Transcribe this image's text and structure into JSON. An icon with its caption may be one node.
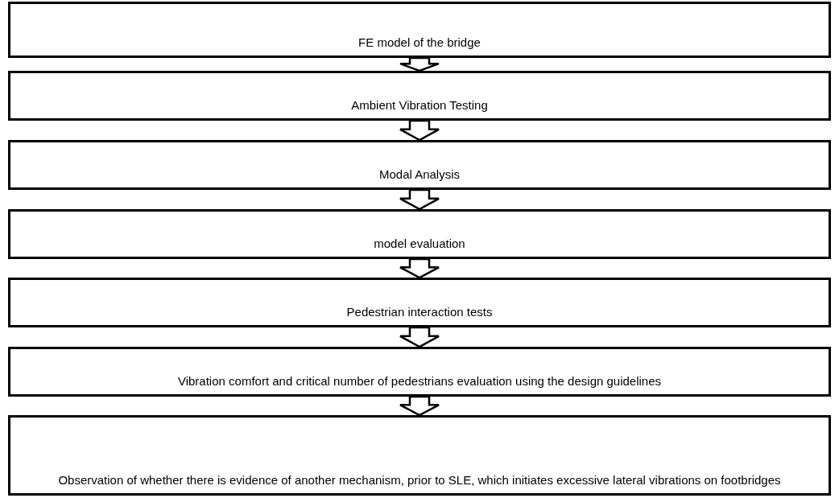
{
  "diagram": {
    "nodes": [
      {
        "text": [
          "FE model of the bridge"
        ]
      },
      {
        "text": [
          "Ambient Vibration Testing"
        ]
      },
      {
        "text": [
          "Modal Analysis"
        ]
      },
      {
        "text": [
          "model evaluation"
        ]
      },
      {
        "text": [
          "Pedestrian interaction tests"
        ]
      },
      {
        "text": [
          "Vibration comfort and critical number of pedestrians evaluation using the design guidelines"
        ]
      },
      {
        "text": [
          "Observation of whether there is evidence of another mechanism, prior to SLE, which initiates excessive lateral vibrations on footbridges"
        ]
      }
    ],
    "edges": [
      {
        "from": 0,
        "to": 1,
        "arrow": "to"
      },
      {
        "from": 1,
        "to": 2,
        "arrow": "to"
      },
      {
        "from": 2,
        "to": 3,
        "arrow": "to"
      },
      {
        "from": 3,
        "to": 4,
        "arrow": "to"
      },
      {
        "from": 4,
        "to": 5,
        "arrow": "to"
      },
      {
        "from": 5,
        "to": 6,
        "arrow": "to"
      }
    ]
  }
}
